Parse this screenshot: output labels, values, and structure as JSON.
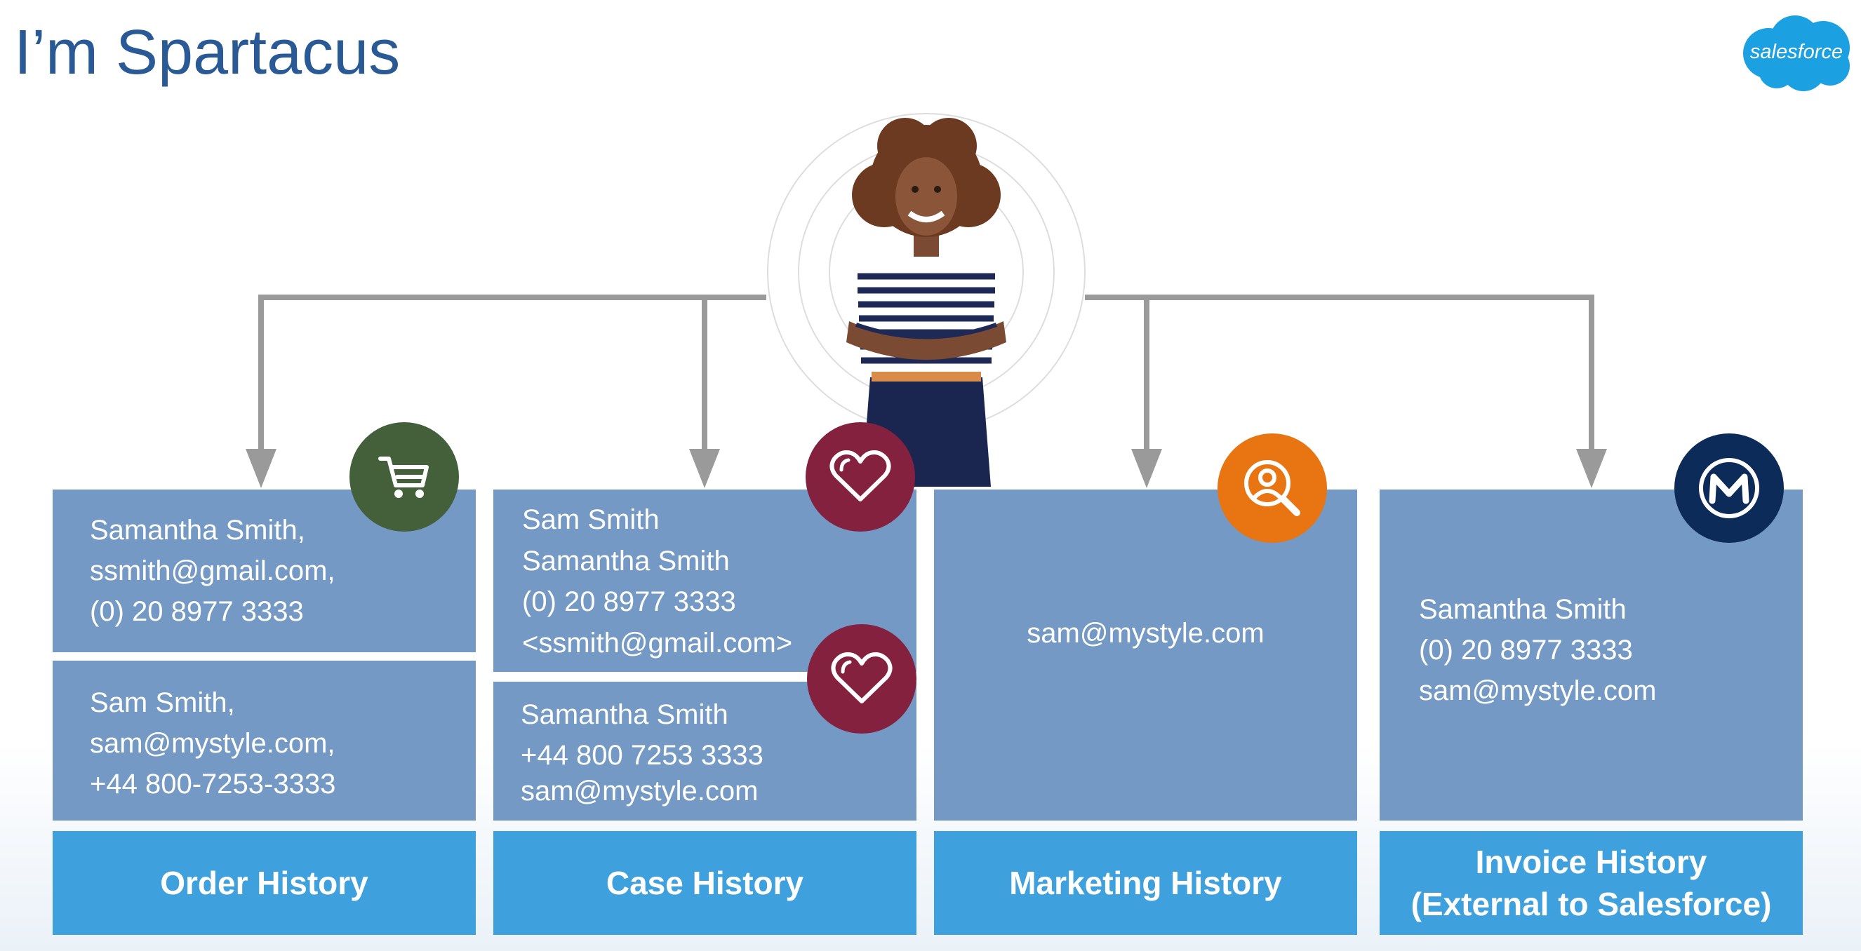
{
  "page": {
    "title": "I’m Spartacus"
  },
  "logo": {
    "text": "salesforce",
    "color": "#1ba0e2"
  },
  "colors": {
    "title": "#2a5a96",
    "box": "#7499c4",
    "footer": "#3ea0dc",
    "connector": "#9a9a9a",
    "cart_badge": "#43603a",
    "heart_badge": "#84213f",
    "marketing_badge": "#e87511",
    "mulesoft_badge": "#0c2b59"
  },
  "person": {
    "icon": "woman-profile-photo"
  },
  "columns": {
    "order": {
      "footer": "Order History",
      "icon": "cart-icon",
      "record1": [
        "Samantha Smith,",
        "ssmith@gmail.com,",
        "(0) 20 8977 3333"
      ],
      "record2": [
        "Sam Smith,",
        "sam@mystyle.com,",
        "+44 800-7253-3333"
      ]
    },
    "case": {
      "footer": "Case History",
      "icon": "heart-icon",
      "record1": [
        "Sam Smith",
        "Samantha Smith",
        "(0) 20 8977 3333",
        "<ssmith@gmail.com>"
      ],
      "record2": [
        "Samantha Smith",
        "+44 800 7253 3333",
        "sam@mystyle.com"
      ]
    },
    "marketing": {
      "footer": "Marketing History",
      "icon": "magnifier-person-icon",
      "record1": [
        "sam@mystyle.com"
      ]
    },
    "invoice": {
      "footer_line1": "Invoice History",
      "footer_line2": "(External to Salesforce)",
      "icon": "mulesoft-icon",
      "record1": [
        "Samantha Smith",
        "(0) 20 8977 3333",
        "sam@mystyle.com"
      ]
    }
  }
}
